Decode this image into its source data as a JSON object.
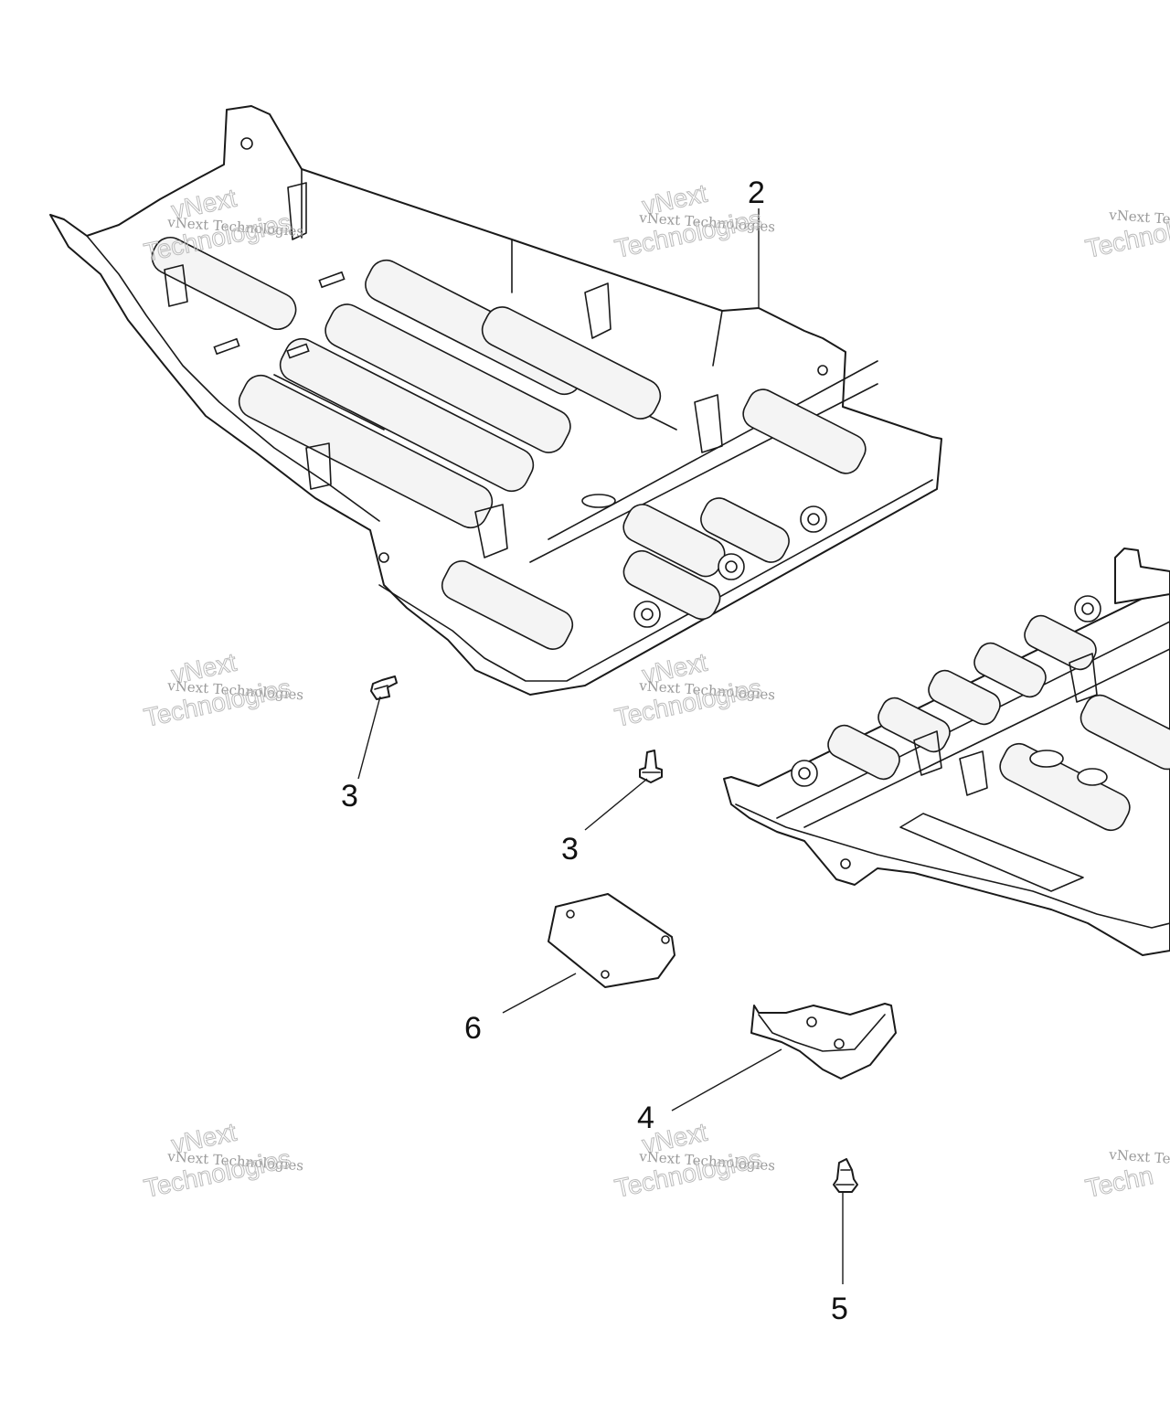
{
  "callouts": {
    "c2": "2",
    "c3a": "3",
    "c3b": "3",
    "c6": "6",
    "c4": "4",
    "c5": "5"
  },
  "watermark": {
    "line1": "vNext Technologies",
    "line2": "vNext",
    "line3": "Technologies",
    "edge1": "vNext Te",
    "edge2": "Technol",
    "edge3": "vNext Te",
    "edge4": "Techn"
  },
  "colors": {
    "line": "#1a1a1a",
    "watermark": "#9a9a9a"
  }
}
